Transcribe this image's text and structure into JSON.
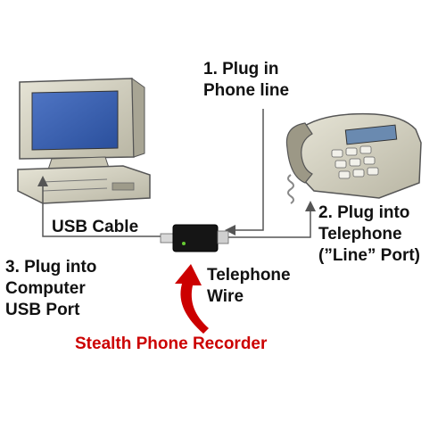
{
  "labels": {
    "step1": {
      "line1": "1. Plug in",
      "line2": "Phone line"
    },
    "step2": {
      "line1": "2. Plug into",
      "line2": "Telephone",
      "line3": "(”Line” Port)"
    },
    "step3": {
      "line1": "3. Plug into",
      "line2": "Computer",
      "line3": "USB Port"
    },
    "usb_cable": "USB Cable",
    "telephone_wire": {
      "line1": "Telephone",
      "line2": "Wire"
    },
    "device_name": "Stealth Phone Recorder"
  },
  "icons": {
    "computer": "computer-icon",
    "telephone": "telephone-icon",
    "recorder": "recorder-device-icon",
    "arrow": "curved-arrow-icon"
  },
  "colors": {
    "label_text": "#111111",
    "device_label": "#cc0000",
    "arrow": "#cc0000",
    "wire": "#555555"
  }
}
